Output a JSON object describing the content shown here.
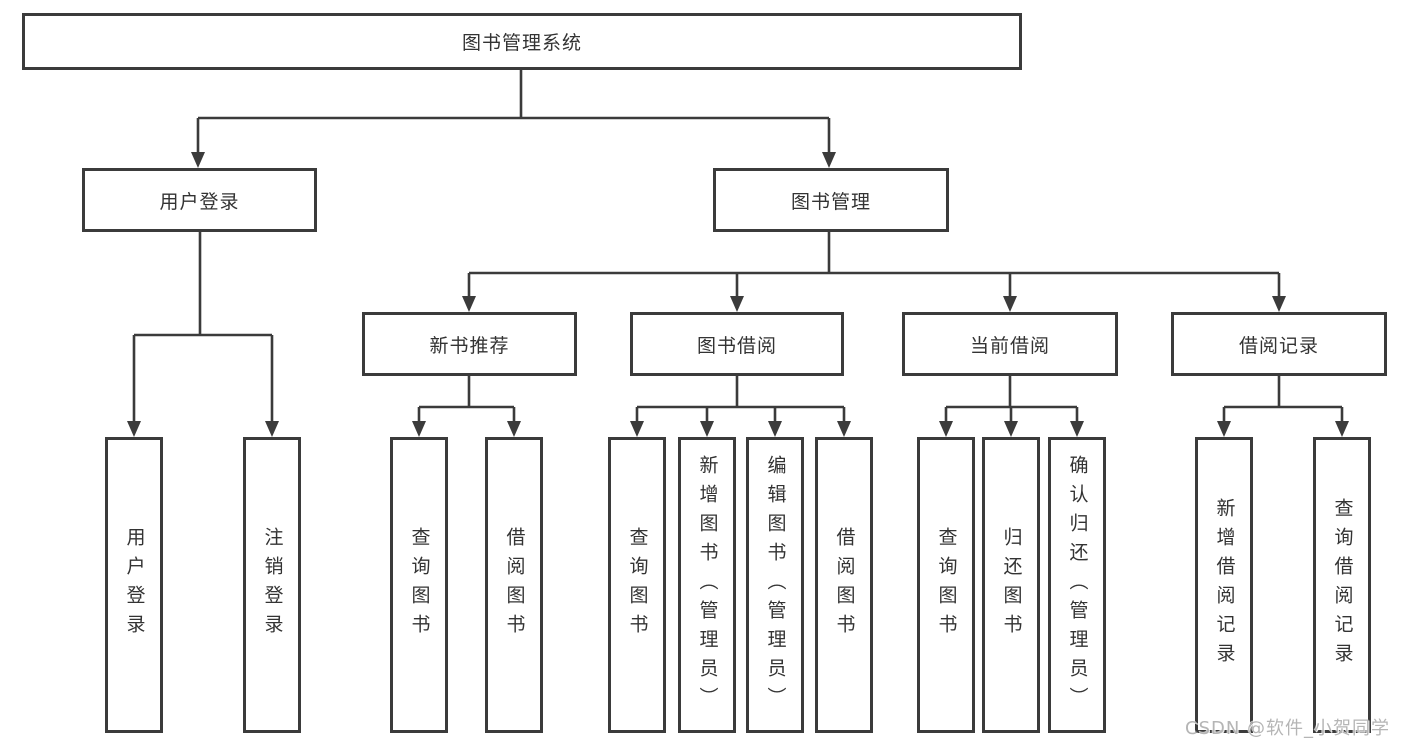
{
  "diagram": {
    "root": {
      "label": "图书管理系统"
    },
    "branches": [
      {
        "label": "用户登录",
        "children": [
          {
            "label": "用户登录"
          },
          {
            "label": "注销登录"
          }
        ]
      },
      {
        "label": "图书管理",
        "children": [
          {
            "label": "新书推荐",
            "children": [
              {
                "label": "查询图书"
              },
              {
                "label": "借阅图书"
              }
            ]
          },
          {
            "label": "图书借阅",
            "children": [
              {
                "label": "查询图书"
              },
              {
                "label": "新增图书（管理员）"
              },
              {
                "label": "编辑图书（管理员）"
              },
              {
                "label": "借阅图书"
              }
            ]
          },
          {
            "label": "当前借阅",
            "children": [
              {
                "label": "查询图书"
              },
              {
                "label": "归还图书"
              },
              {
                "label": "确认归还（管理员）"
              }
            ]
          },
          {
            "label": "借阅记录",
            "children": [
              {
                "label": "新增借阅记录"
              },
              {
                "label": "查询借阅记录"
              }
            ]
          }
        ]
      }
    ],
    "watermark": {
      "text": "CSDN @软件_小贺同学"
    },
    "colors": {
      "line": "#3b3b3b",
      "text": "#333333",
      "watermark": "#b5b5b5",
      "background": "#ffffff"
    }
  }
}
